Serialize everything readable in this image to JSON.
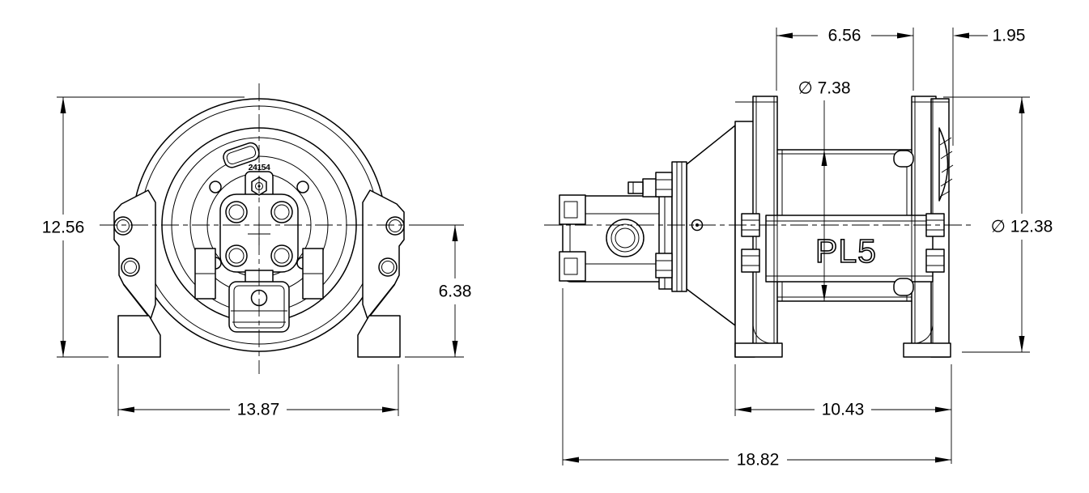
{
  "page": {
    "background": "#ffffff",
    "line_color": "#000000"
  },
  "front_view": {
    "part_stamp": "24154",
    "dims": {
      "overall_height": "12.56",
      "center_to_base": "6.38",
      "base_width": "13.87"
    }
  },
  "side_view": {
    "drum_label": "PL5",
    "dims": {
      "drum_length": "6.56",
      "flange_offset": "1.95",
      "barrel_diameter": "∅ 7.38",
      "flange_diameter": "∅ 12.38",
      "frame_width": "10.43",
      "overall_length": "18.82"
    }
  }
}
